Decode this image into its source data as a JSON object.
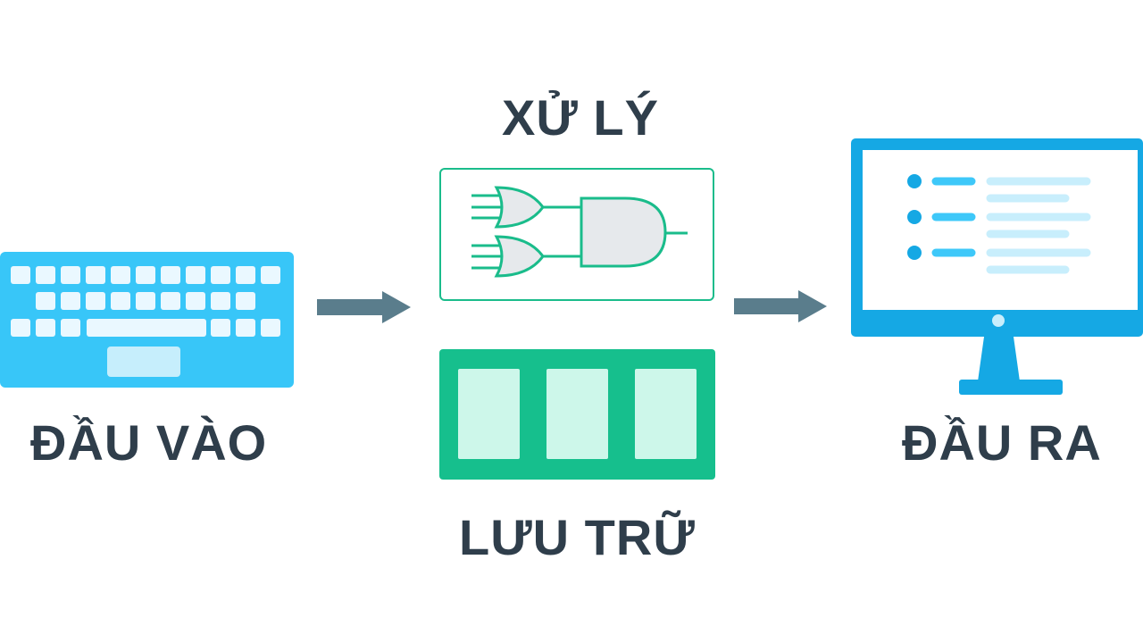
{
  "diagram": {
    "input": {
      "label": "ĐẦU VÀO",
      "icon": "keyboard-icon"
    },
    "processing": {
      "label": "XỬ LÝ",
      "icon": "logic-gates-icon"
    },
    "storage": {
      "label": "LƯU TRỮ",
      "icon": "memory-icon"
    },
    "output": {
      "label": "ĐẦU RA",
      "icon": "monitor-icon"
    },
    "arrows": [
      "input-to-processing",
      "processing-to-output"
    ]
  },
  "colors": {
    "text": "#2f3e4b",
    "arrow": "#5a7d8c",
    "keyboard": "#38c6f8",
    "key": "#eaf8ff",
    "gate_stroke": "#1abc8b",
    "gate_fill": "#e6e9ec",
    "storage": "#16bf8d",
    "storage_cell": "#cdf7ea",
    "monitor": "#15a8e4",
    "screen": "#ffffff",
    "bullet": "#15a8e4",
    "bar": "#3ec8f9",
    "line": "#c8eefc"
  }
}
